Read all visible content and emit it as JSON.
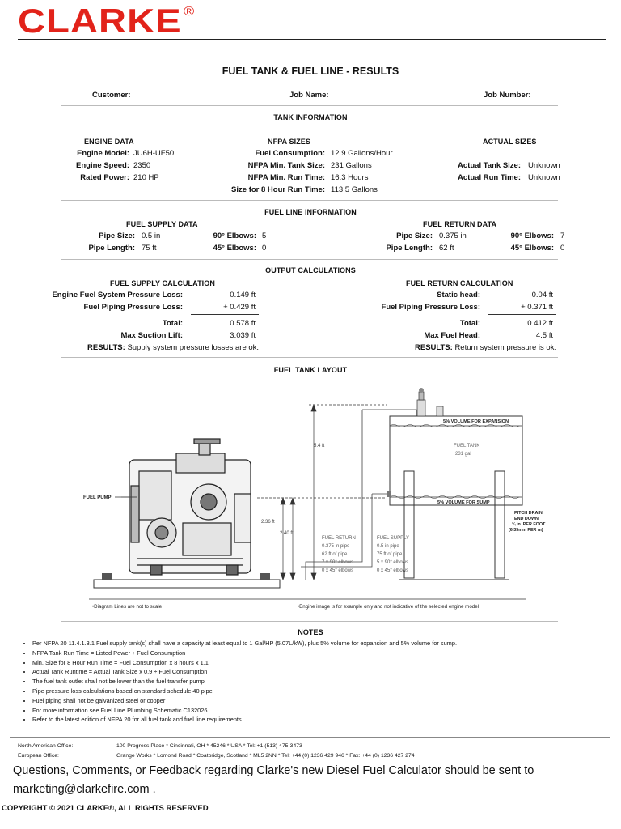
{
  "brand": {
    "name": "CLARKE",
    "mark": "®"
  },
  "title": "FUEL TANK & FUEL LINE - RESULTS",
  "header_fields": {
    "customer": "Customer:",
    "job_name": "Job Name:",
    "job_number": "Job Number:"
  },
  "tank_information": {
    "heading": "TANK INFORMATION",
    "engine_data": {
      "heading": "ENGINE DATA",
      "rows": [
        {
          "label": "Engine Model:",
          "value": "JU6H-UF50"
        },
        {
          "label": "Engine Speed:",
          "value": "2350"
        },
        {
          "label": "Rated Power:",
          "value": "210 HP"
        }
      ]
    },
    "nfpa_sizes": {
      "heading": "NFPA SIZES",
      "rows": [
        {
          "label": "Fuel Consumption:",
          "value": "12.9 Gallons/Hour"
        },
        {
          "label": "NFPA Min. Tank Size:",
          "value": "231 Gallons"
        },
        {
          "label": "NFPA Min. Run Time:",
          "value": "16.3 Hours"
        },
        {
          "label": "Size for 8 Hour Run Time:",
          "value": "113.5 Gallons"
        }
      ]
    },
    "actual_sizes": {
      "heading": "ACTUAL SIZES",
      "rows": [
        {
          "label": "Actual Tank Size:",
          "value": "Unknown"
        },
        {
          "label": "Actual Run Time:",
          "value": "Unknown"
        }
      ]
    }
  },
  "fuel_line_information": {
    "heading": "FUEL LINE INFORMATION",
    "supply": {
      "heading": "FUEL SUPPLY DATA",
      "pipe_size_label": "Pipe Size:",
      "pipe_size": "0.5 in",
      "pipe_length_label": "Pipe Length:",
      "pipe_length": "75 ft",
      "elbow90_label": "90° Elbows:",
      "elbow90": "5",
      "elbow45_label": "45° Elbows:",
      "elbow45": "0"
    },
    "return": {
      "heading": "FUEL RETURN DATA",
      "pipe_size_label": "Pipe Size:",
      "pipe_size": "0.375 in",
      "pipe_length_label": "Pipe Length:",
      "pipe_length": "62 ft",
      "elbow90_label": "90° Elbows:",
      "elbow90": "7",
      "elbow45_label": "45° Elbows:",
      "elbow45": "0"
    }
  },
  "output_calculations": {
    "heading": "OUTPUT CALCULATIONS",
    "supply": {
      "heading": "FUEL SUPPLY CALCULATION",
      "rows": [
        {
          "label": "Engine Fuel System Pressure Loss:",
          "value": "0.149 ft"
        },
        {
          "label": "Fuel Piping Pressure Loss:",
          "value": "+ 0.429 ft"
        },
        {
          "label": "Total:",
          "value": "0.578 ft"
        },
        {
          "label": "Max Suction Lift:",
          "value": "3.039 ft"
        }
      ],
      "result_label": "RESULTS:",
      "result_text": "Supply system pressure losses are ok."
    },
    "return": {
      "heading": "FUEL RETURN CALCULATION",
      "rows": [
        {
          "label": "Static head:",
          "value": "0.04 ft"
        },
        {
          "label": "Fuel Piping Pressure Loss:",
          "value": "+ 0.371 ft"
        },
        {
          "label": "Total:",
          "value": "0.412 ft"
        },
        {
          "label": "Max Fuel Head:",
          "value": "4.5 ft"
        }
      ],
      "result_label": "RESULTS:",
      "result_text": "Return system pressure is ok."
    }
  },
  "layout": {
    "heading": "FUEL TANK LAYOUT",
    "fuel_pump": "FUEL PUMP",
    "dim_54": "5.4 ft",
    "dim_236": "2.36 ft",
    "dim_240": "2.40 ft",
    "expansion": "5% VOLUME FOR EXPANSION",
    "sump": "5% VOLUME FOR SUMP",
    "tank_name": "FUEL TANK",
    "tank_size": "231 gal",
    "pitch_drain": [
      "PITCH DRAIN",
      "END DOWN",
      "¼ in. PER FOOT",
      "(6.35mm PER m)"
    ],
    "return_box": [
      "FUEL RETURN",
      "0.375 in pipe",
      "62 ft of pipe",
      "7 x 90° elbows",
      "0 x 45° elbows"
    ],
    "supply_box": [
      "FUEL SUPPLY",
      "0.5 in pipe",
      "75 ft of pipe",
      "5 x 90° elbows",
      "0 x 45° elbows"
    ],
    "footnote_left": "•Diagram Lines are not to scale",
    "footnote_right": "•Engine image is for example only and not indicative of the selected engine model"
  },
  "notes": {
    "heading": "NOTES",
    "items": [
      "Per NFPA 20 11.4.1.3.1 Fuel supply tank(s) shall have a capacity at least equal to 1 Gal/HP (5.07L/kW), plus 5% volume for expansion and 5% volume for sump.",
      "NFPA Tank Run Time = Listed Power ÷ Fuel Consumption",
      "Min. Size for 8 Hour Run Time = Fuel Consumption x 8 hours x 1.1",
      "Actual Tank Runtime = Actual Tank Size x 0.9 ÷ Fuel Consumption",
      "The fuel tank outlet shall not be lower than the fuel transfer pump",
      "Pipe pressure loss calculations based on standard schedule 40 pipe",
      "Fuel piping shall not be galvanized steel or copper",
      "For more information see Fuel Line Plumbing Schematic C132026.",
      "Refer to the latest edition of NFPA 20 for all fuel tank and fuel line requirements"
    ]
  },
  "offices": {
    "na_label": "North American Office:",
    "na_address": "100 Progress Place * Cincinnati, OH * 45246 * USA * Tel: +1 (513) 475-3473",
    "eu_label": "European Office:",
    "eu_address": "Grange Works * Lomond Road * Coatbridge, Scotland * ML5 2NN * Tel: +44 (0) 1236 429 946 * Fax: +44 (0) 1236 427 274"
  },
  "feedback": {
    "line1": "Questions, Comments, or Feedback regarding Clarke's new Diesel Fuel Calculator should be sent to",
    "line2": "marketing@clarkefire.com ."
  },
  "copyright": "COPYRIGHT © 2021 CLARKE®, ALL RIGHTS RESERVED"
}
